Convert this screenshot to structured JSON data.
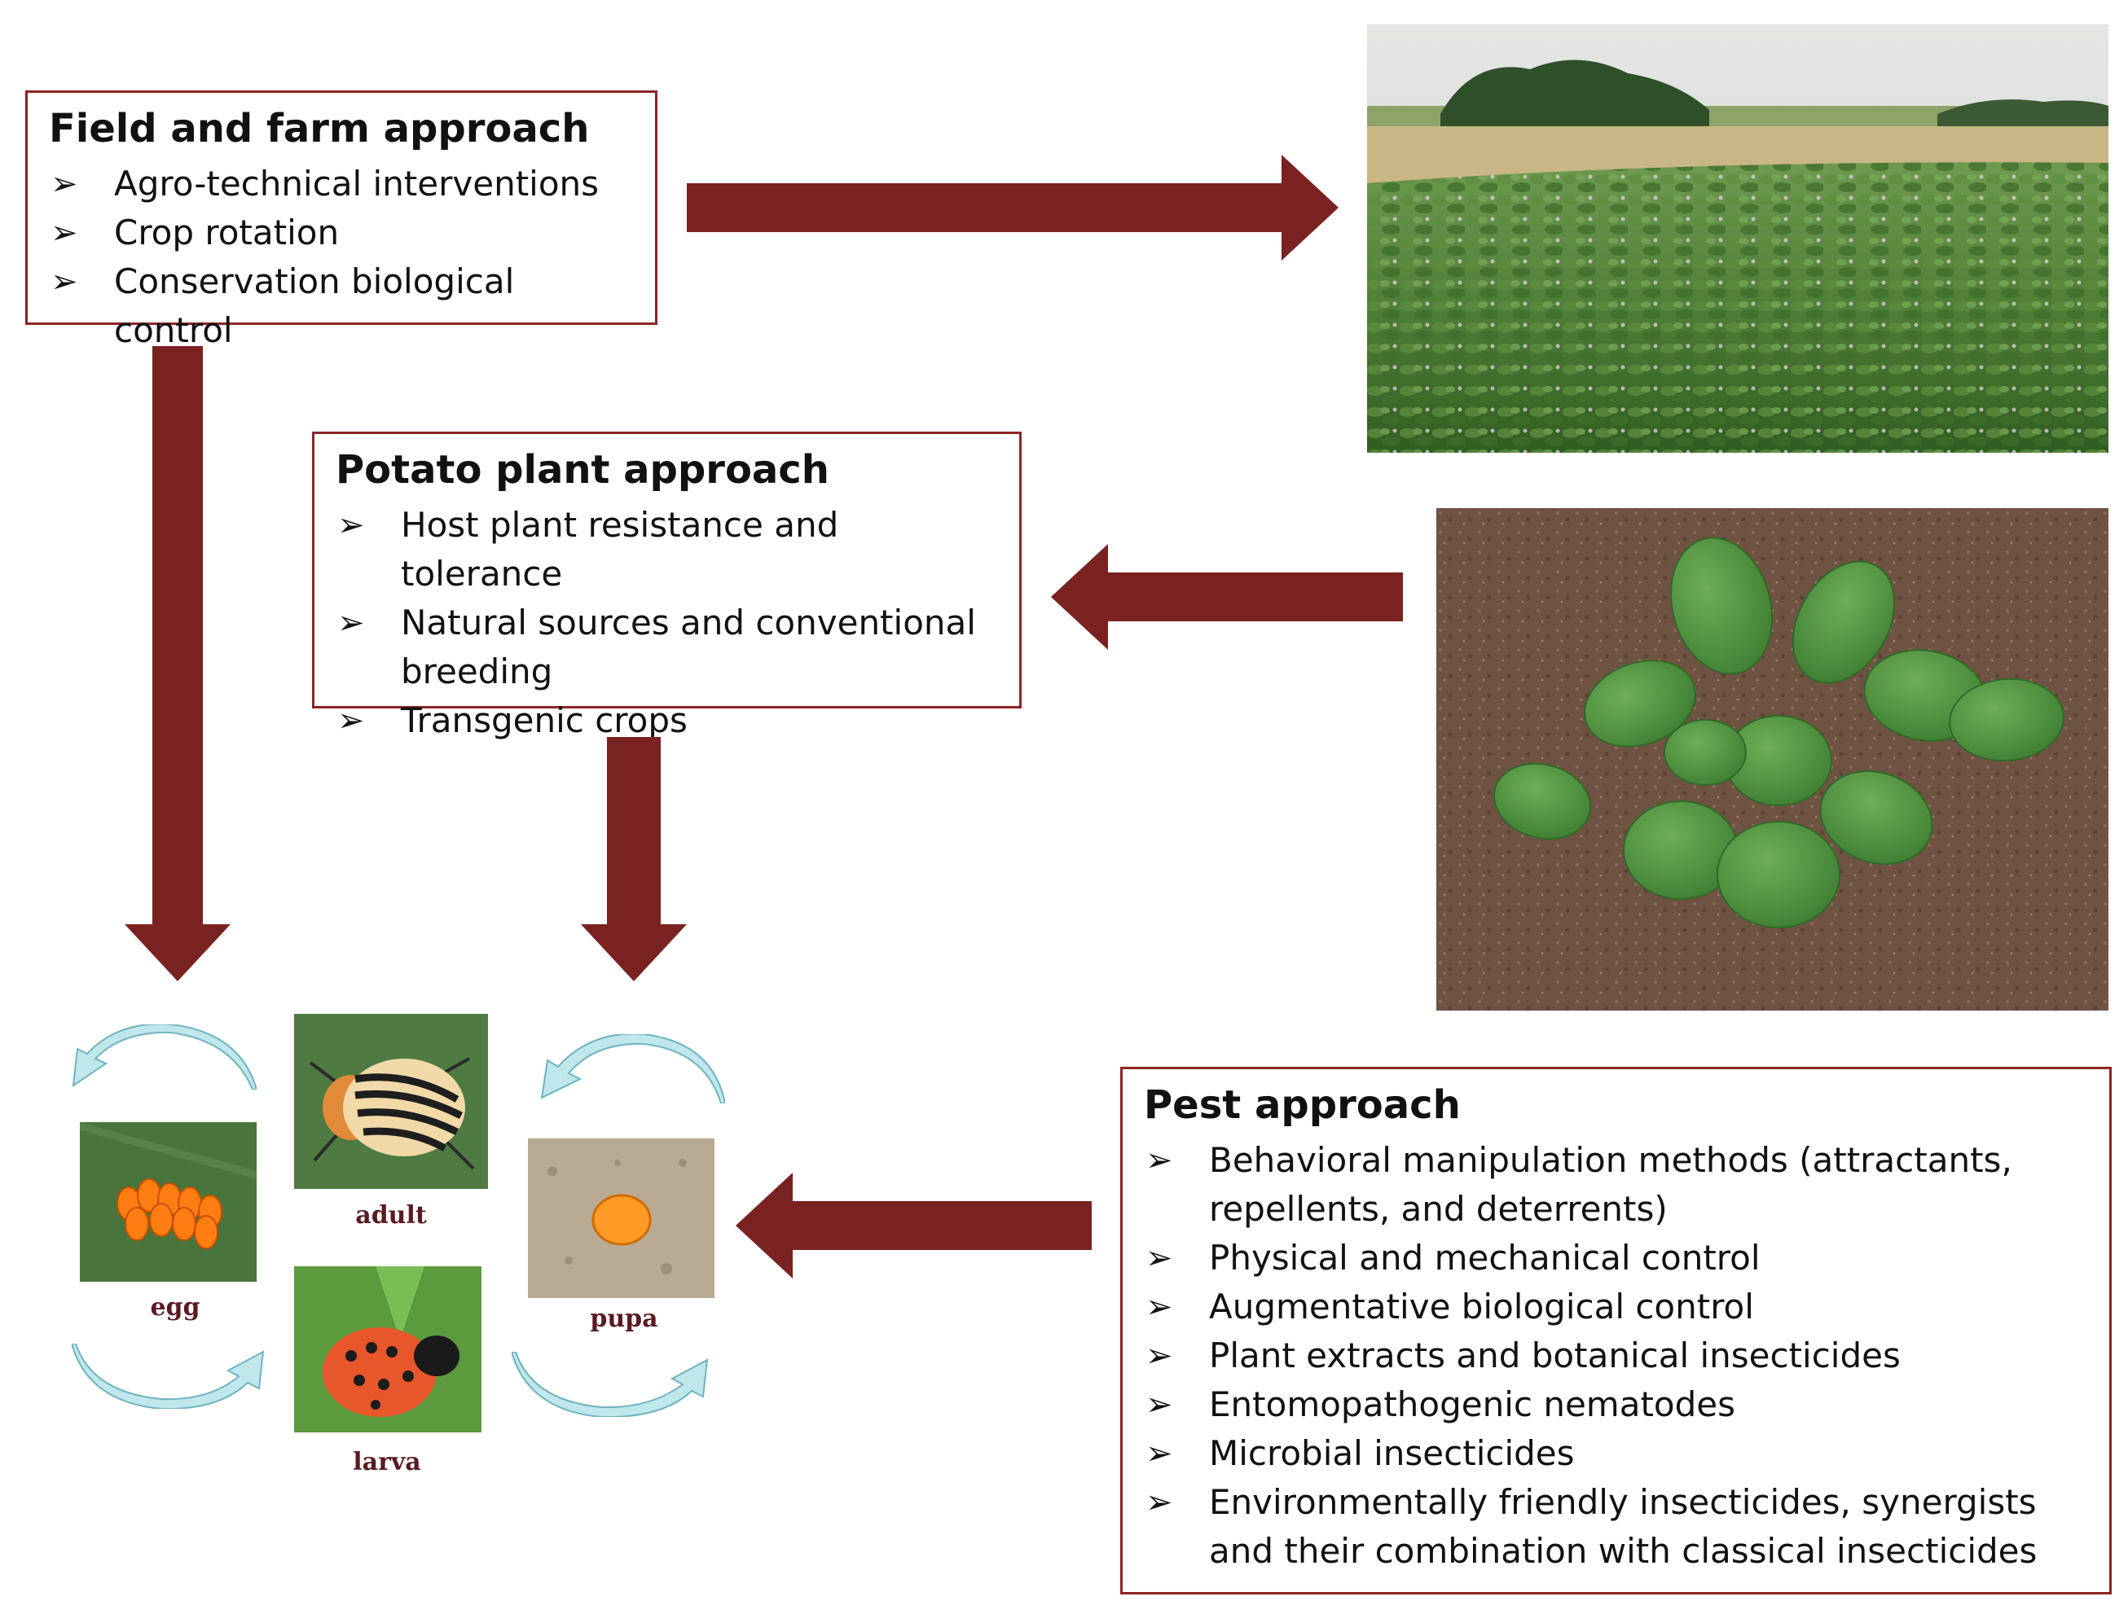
{
  "field_box": {
    "title": "Field and farm approach",
    "items": [
      "Agro-technical interventions",
      "Crop rotation",
      "Conservation biological control"
    ]
  },
  "plant_box": {
    "title": "Potato plant approach",
    "items": [
      "Host plant resistance and tolerance",
      "Natural sources  and conventional breeding",
      "Transgenic crops"
    ]
  },
  "pest_box": {
    "title": "Pest approach",
    "items": [
      "Behavioral manipulation methods (attractants, repellents, and deterrents)",
      "Physical and mechanical control",
      "Augmentative biological control",
      "Plant extracts and botanical insecticides",
      "Entomopathogenic nematodes",
      "Microbial insecticides",
      "Environmentally friendly insecticides, synergists and their combination with classical insecticides"
    ]
  },
  "lifecycle": {
    "egg": "egg",
    "adult": "adult",
    "larva": "larva",
    "pupa": "pupa"
  },
  "colors": {
    "arrow": "#7a2222",
    "box_border": "#8e2424",
    "cycle_arrow": "#bfe7ec"
  },
  "bullet_icon": "arrowhead-bullet-icon"
}
